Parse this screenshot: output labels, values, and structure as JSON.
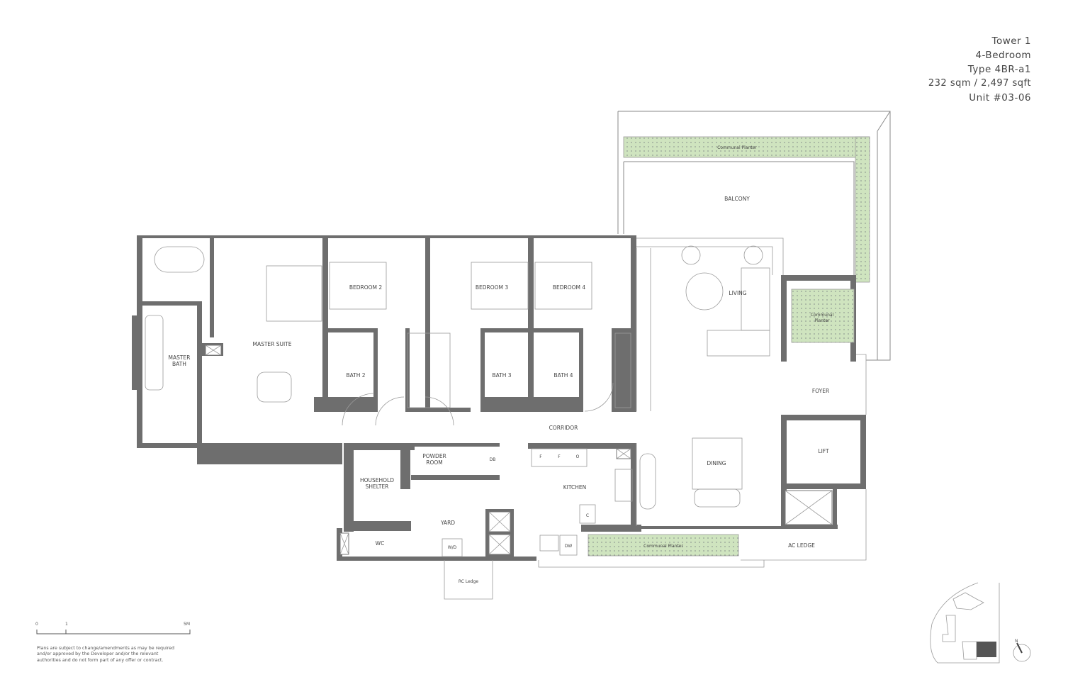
{
  "header": {
    "tower": "Tower 1",
    "unit_type_name": "4-Bedroom",
    "type_code": "Type 4BR-a1",
    "area": "232 sqm / 2,497 sqft",
    "unit_no": "Unit #03-06"
  },
  "rooms": {
    "balcony": "BALCONY",
    "planter_top": "Communal Planter",
    "planter_square_1": "Communal",
    "planter_square_2": "Planter",
    "planter_bottom": "Communal Planter",
    "living": "LIVING",
    "foyer": "FOYER",
    "lift": "LIFT",
    "dining": "DINING",
    "ac_ledge": "AC LEDGE",
    "master_suite": "MASTER SUITE",
    "master_bath_1": "MASTER",
    "master_bath_2": "BATH",
    "bedroom2": "BEDROOM 2",
    "bedroom3": "BEDROOM 3",
    "bedroom4": "BEDROOM 4",
    "bath2": "BATH 2",
    "bath3": "BATH 3",
    "bath4": "BATH 4",
    "corridor": "CORRIDOR",
    "powder_1": "POWDER",
    "powder_2": "ROOM",
    "db": "DB",
    "shelter_1": "HOUSEHOLD",
    "shelter_2": "SHELTER",
    "kitchen": "KITCHEN",
    "yard": "YARD",
    "wc": "WC",
    "wd": "W/D",
    "dw": "DW",
    "rc_ledge": "RC Ledge",
    "fridge1": "F",
    "fridge2": "F",
    "oven": "O",
    "cooker": "C"
  },
  "scale": {
    "t0": "0",
    "t1": "1",
    "t5": "5M"
  },
  "disclaimer": [
    "Plans are subject to change/amendments as may be required",
    "and/or approved by the Developer and/or the relevant",
    "authorities and do not form part of any offer or contract."
  ],
  "keyplan": {
    "north": "N"
  },
  "colors": {
    "wall": "#6e6e6e",
    "planter": "#cfe4bf",
    "highlight_unit": "#555555"
  }
}
